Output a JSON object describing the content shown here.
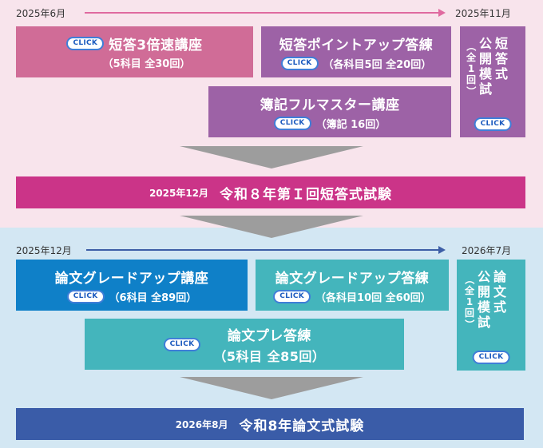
{
  "colors": {
    "pink_bg": "#f8e4ec",
    "blue_bg": "#d3e7f3",
    "pink_box": "#d06c97",
    "purple_box": "#9d62a6",
    "magenta_exam": "#cb3488",
    "blue_box": "#0f80c8",
    "teal_box": "#44b5bc",
    "navy_exam": "#3a5ca8",
    "arrow_gray": "#9d9d9d"
  },
  "click_label": "CLICK",
  "section1": {
    "start_date": "2025年6月",
    "end_date": "2025年11月",
    "course1": {
      "title": "短答3倍速講座",
      "sub": "（5科目 全30回）"
    },
    "course2": {
      "title": "短答ポイントアップ答練",
      "sub": "（各科目5回 全20回）"
    },
    "course3": {
      "title": "簿記フルマスター講座",
      "sub": "（簿記 16回）"
    },
    "mock": {
      "col1": "短答式",
      "col2": "公開模試",
      "col3": "（全1回）"
    },
    "exam": {
      "date": "2025年12月",
      "title": "令和８年第Ｉ回短答式試験"
    }
  },
  "section2": {
    "start_date": "2025年12月",
    "end_date": "2026年7月",
    "course1": {
      "title": "論文グレードアップ講座",
      "sub": "（6科目 全89回）"
    },
    "course2": {
      "title": "論文グレードアップ答練",
      "sub": "（各科目10回 全60回）"
    },
    "course3": {
      "title": "論文プレ答練",
      "sub": "（5科目 全85回）"
    },
    "mock": {
      "col1": "論文式",
      "col2": "公開模試",
      "col3": "（全1回）"
    },
    "exam": {
      "date": "2026年8月",
      "title": "令和8年論文式試験"
    }
  }
}
